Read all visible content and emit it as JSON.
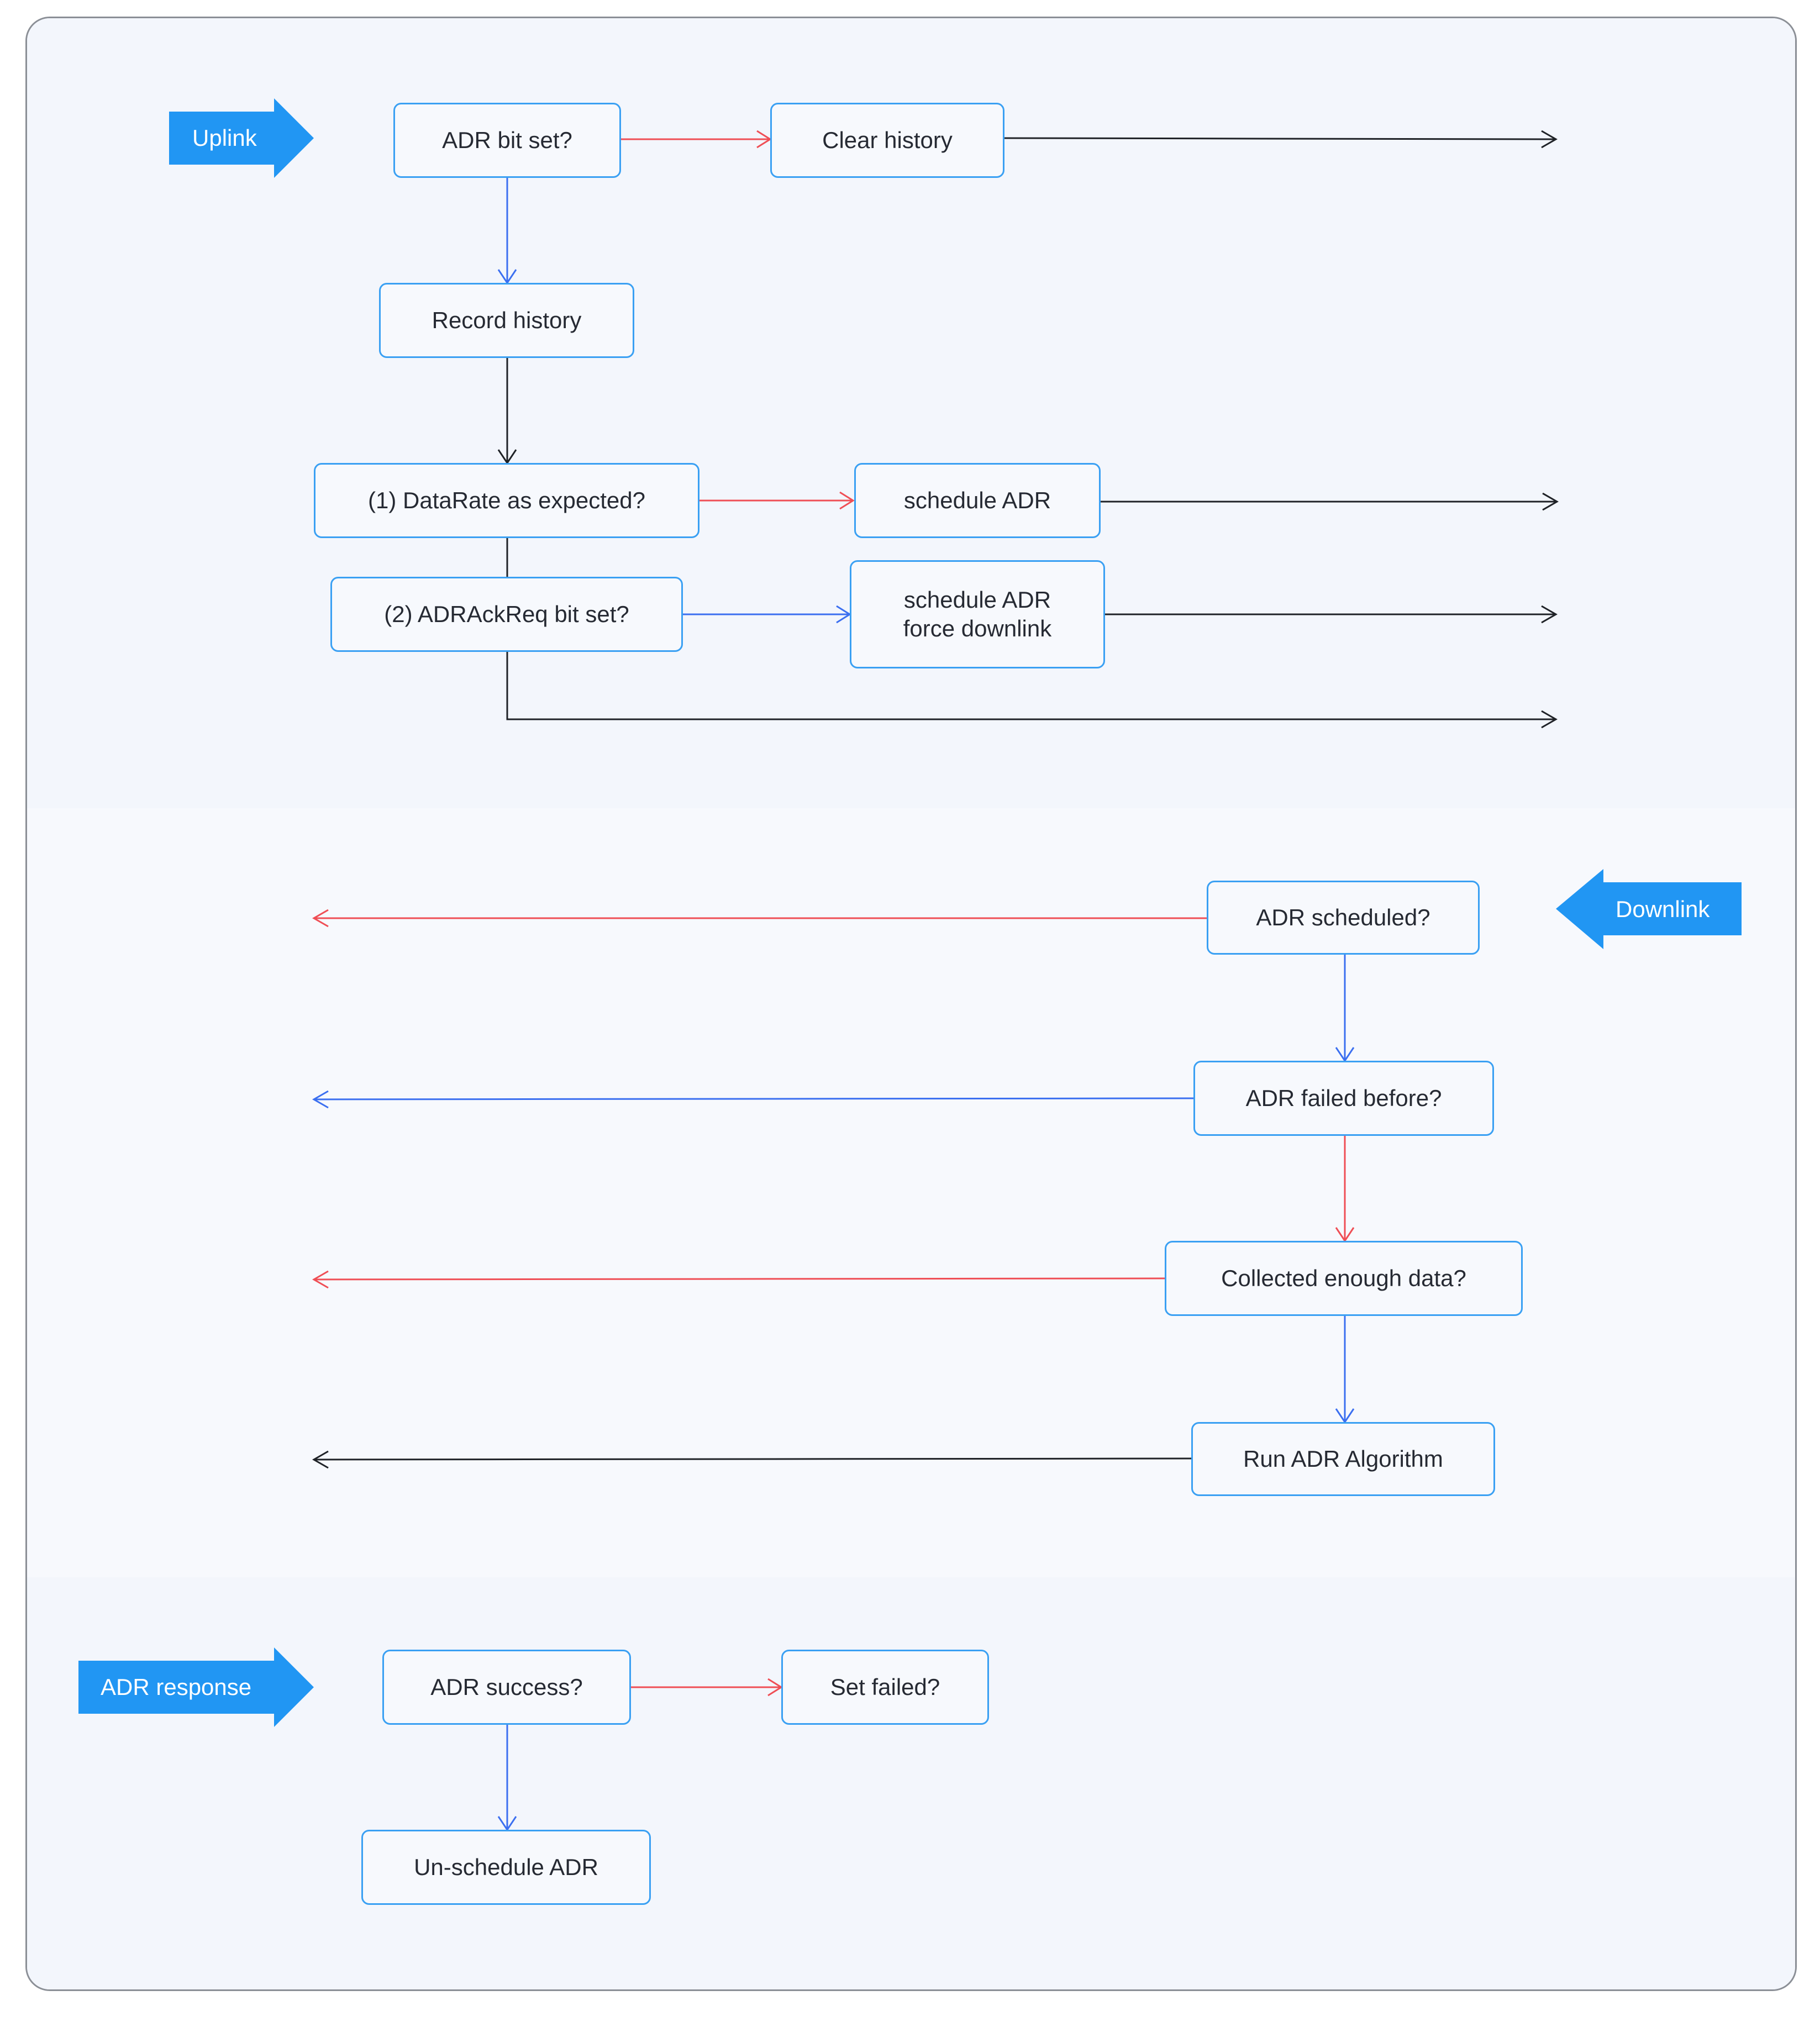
{
  "colors": {
    "accent": "#2196f3",
    "node_border": "#3aa0f3",
    "edge_yes": "#3b6ff0",
    "edge_no": "#ef4e55",
    "edge_neutral": "#1f2227"
  },
  "lanes": {
    "uplink": {
      "label": "Uplink"
    },
    "downlink": {
      "label": "Downlink"
    },
    "response": {
      "label": "ADR response"
    }
  },
  "nodes": {
    "adr_bit_set": "ADR bit set?",
    "clear_history": "Clear history",
    "record_history": "Record history",
    "datarate_expected": "(1) DataRate as expected?",
    "schedule_adr": "schedule ADR",
    "adrackreq_bit_set": "(2) ADRAckReq bit set?",
    "schedule_adr_force": "schedule ADR\nforce downlink",
    "adr_scheduled": "ADR scheduled?",
    "adr_failed_before": "ADR failed before?",
    "collected_enough": "Collected enough data?",
    "run_adr": "Run ADR Algorithm",
    "adr_success": "ADR success?",
    "set_failed": "Set failed?",
    "unschedule_adr": "Un-schedule ADR"
  }
}
